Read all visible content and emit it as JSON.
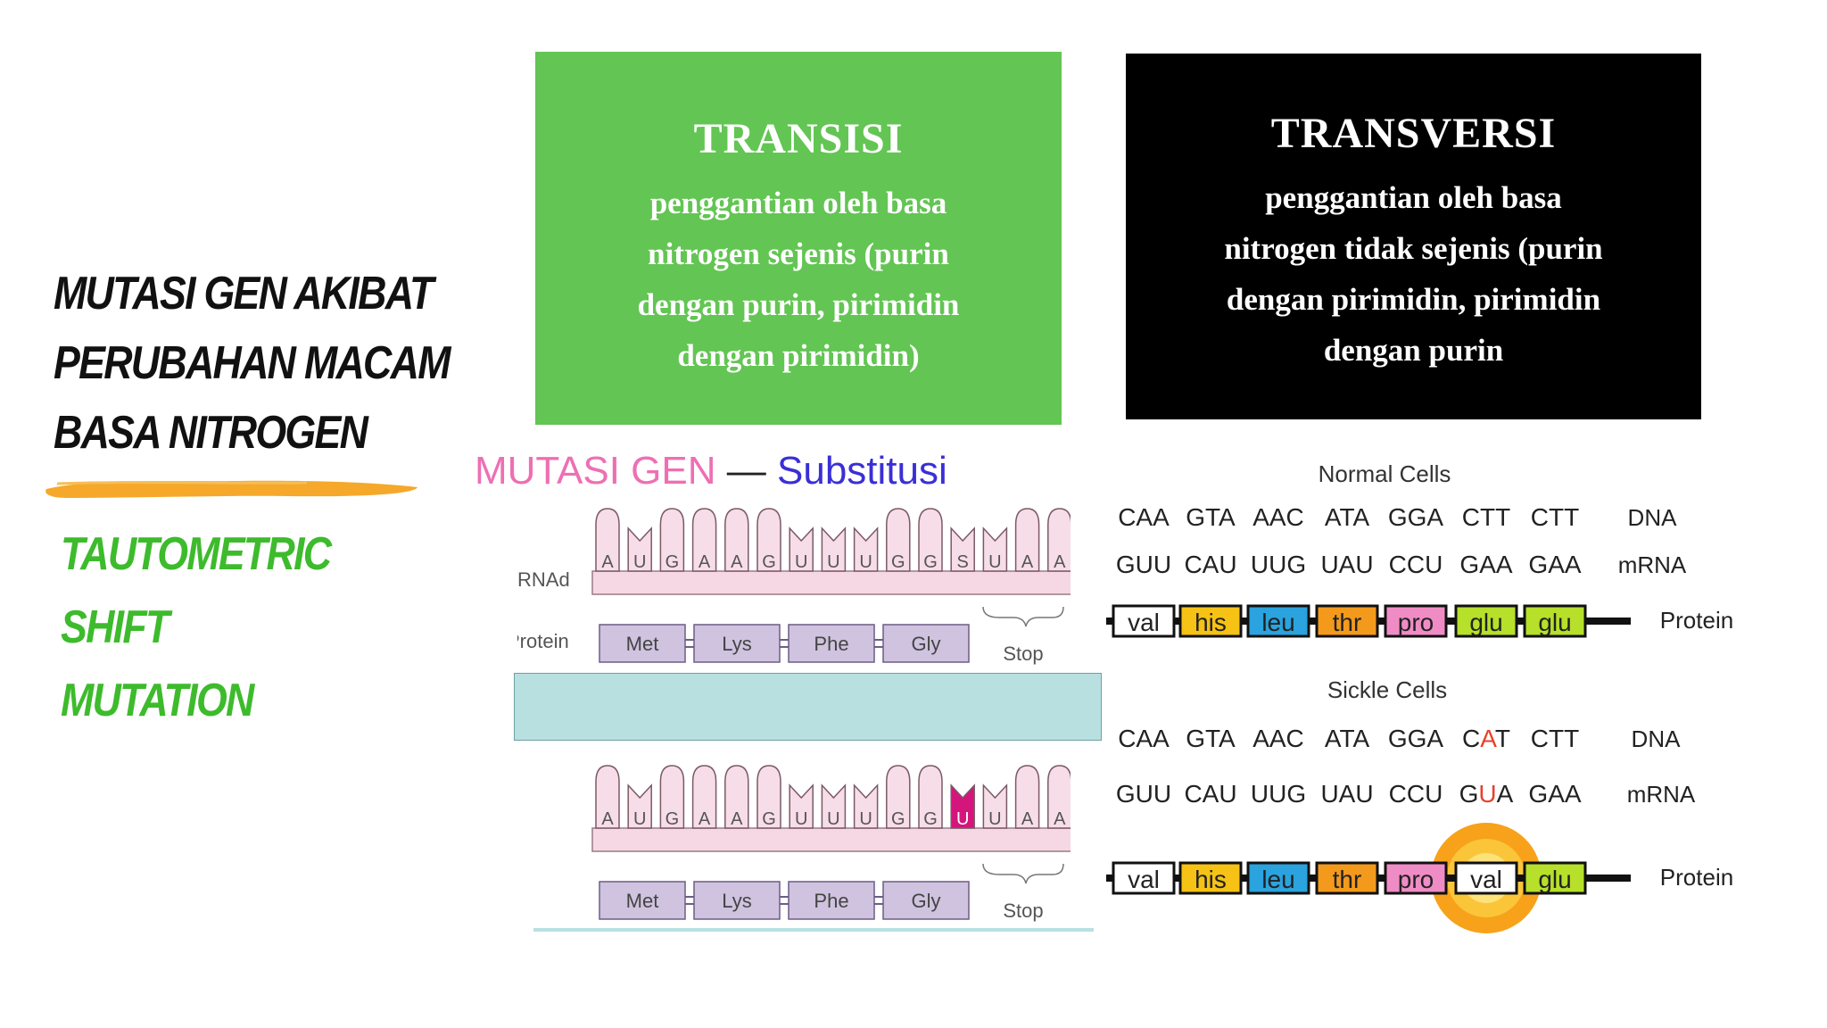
{
  "left": {
    "title_lines": [
      "MUTASI GEN AKIBAT",
      "PERUBAHAN MACAM",
      "BASA NITROGEN"
    ],
    "items": [
      "TAUTOMETRIC",
      "SHIFT",
      "MUTATION"
    ]
  },
  "transisi": {
    "title": "TRANSISI",
    "text_lines": [
      "penggantian oleh basa",
      "nitrogen sejenis (purin",
      "dengan purin, pirimidin",
      "dengan pirimidin)"
    ]
  },
  "transversi": {
    "title": "TRANSVERSI",
    "text_lines": [
      "penggantian oleh basa",
      "nitrogen tidak sejenis (purin",
      "dengan pirimidin, pirimidin",
      "dengan purin"
    ]
  },
  "mutasi": {
    "part1": "MUTASI GEN",
    "dash": "—",
    "part2": "Substitusi",
    "rnad_label": "RNAd",
    "protein_label": "Protein",
    "stop_label": "Stop",
    "normal_bases": [
      "A",
      "U",
      "G",
      "A",
      "A",
      "G",
      "U",
      "U",
      "U",
      "G",
      "G",
      "S",
      "U",
      "A",
      "A"
    ],
    "mutant_bases": [
      "A",
      "U",
      "G",
      "A",
      "A",
      "G",
      "U",
      "U",
      "U",
      "G",
      "G",
      "U",
      "U",
      "A",
      "A"
    ],
    "mutant_highlight_index": 11,
    "amino_acids": [
      "Met",
      "Lys",
      "Phe",
      "Gly"
    ]
  },
  "cells": {
    "normal": {
      "title": "Normal Cells",
      "dna": [
        "CAA",
        "GTA",
        "AAC",
        "ATA",
        "GGA",
        "CTT",
        "CTT"
      ],
      "mrna": [
        "GUU",
        "CAU",
        "UUG",
        "UAU",
        "CCU",
        "GAA",
        "GAA"
      ],
      "protein": [
        "val",
        "his",
        "leu",
        "thr",
        "pro",
        "glu",
        "glu"
      ]
    },
    "sickle": {
      "title": "Sickle Cells",
      "dna": [
        "CAA",
        "GTA",
        "AAC",
        "ATA",
        "GGA",
        "CAT",
        "CTT"
      ],
      "mrna": [
        "GUU",
        "CAU",
        "UUG",
        "UAU",
        "CCU",
        "GUA",
        "GAA"
      ],
      "protein": [
        "val",
        "his",
        "leu",
        "thr",
        "pro",
        "val",
        "glu"
      ]
    },
    "row_labels": {
      "dna": "DNA",
      "mrna": "mRNA",
      "protein": "Protein"
    },
    "colors": {
      "val": "#ffffff",
      "his": "#f5c215",
      "leu": "#2aa3de",
      "thr": "#f39a1c",
      "pro": "#f08cc5",
      "glu": "#b6e02a",
      "mutation_red": "#e8412b",
      "glow": "#f7a21a"
    }
  }
}
